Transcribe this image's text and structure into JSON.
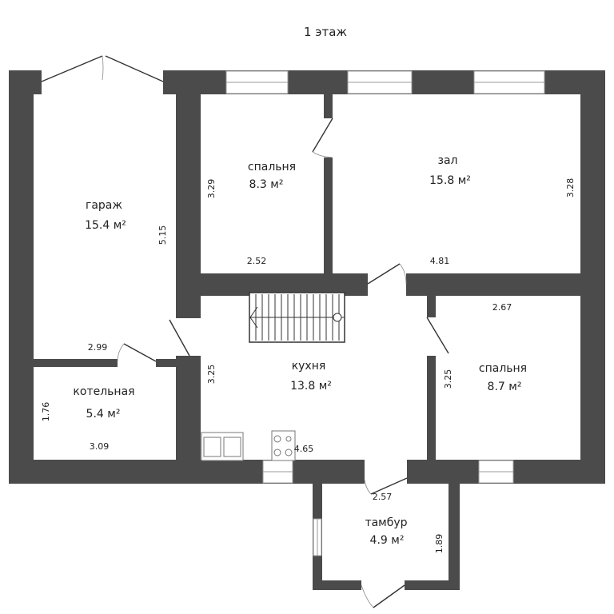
{
  "title": "1 этаж",
  "area_unit": "м²",
  "rooms": [
    {
      "name": "гараж",
      "area": "15.4 м²",
      "dims": [
        "5.15",
        "2.99"
      ]
    },
    {
      "name": "спальня",
      "area": "8.3 м²",
      "dims": [
        "3.29",
        "2.52"
      ]
    },
    {
      "name": "зал",
      "area": "15.8 м²",
      "dims": [
        "3.28",
        "4.81"
      ]
    },
    {
      "name": "кухня",
      "area": "13.8 м²",
      "dims": [
        "3.25",
        "4.65"
      ]
    },
    {
      "name": "спальня",
      "area": "8.7 м²",
      "dims": [
        "3.25",
        "2.67"
      ]
    },
    {
      "name": "котельная",
      "area": "5.4 м²",
      "dims": [
        "1.76",
        "3.09"
      ]
    },
    {
      "name": "тамбур",
      "area": "4.9 м²",
      "dims": [
        "1.89",
        "2.57"
      ]
    }
  ],
  "colors": {
    "wall": "#4b4b4b",
    "background": "#ffffff"
  }
}
